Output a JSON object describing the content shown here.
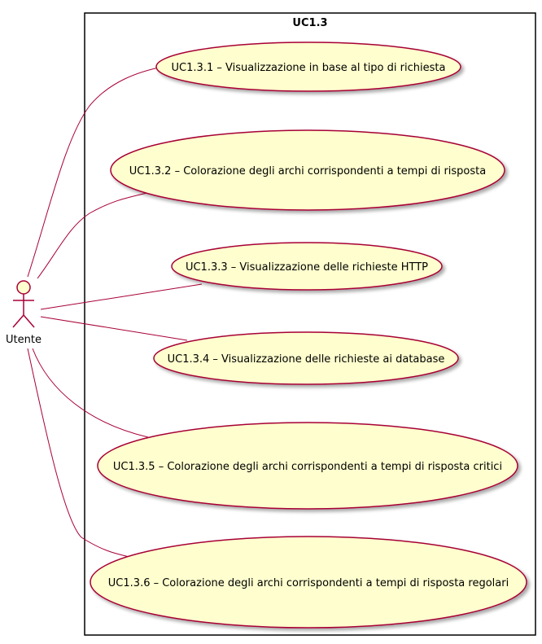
{
  "boundary": {
    "title": "UC1.3"
  },
  "actor": {
    "name": "Utente"
  },
  "use_cases": [
    {
      "id": "uc-1-3-1",
      "label": "UC1.3.1 – Visualizzazione in base al tipo di richiesta"
    },
    {
      "id": "uc-1-3-2",
      "label": "UC1.3.2 – Colorazione degli archi corrispondenti a tempi di risposta"
    },
    {
      "id": "uc-1-3-3",
      "label": "UC1.3.3 – Visualizzazione delle richieste HTTP"
    },
    {
      "id": "uc-1-3-4",
      "label": "UC1.3.4 – Visualizzazione delle richieste ai database"
    },
    {
      "id": "uc-1-3-5",
      "label": "UC1.3.5 – Colorazione degli archi corrispondenti a tempi di risposta critici"
    },
    {
      "id": "uc-1-3-6",
      "label": "UC1.3.6 – Colorazione degli archi corrispondenti a tempi di risposta regolari"
    }
  ],
  "colors": {
    "ellipse_fill": "#FEFECE",
    "stroke": "#A80036",
    "boundary_stroke": "#000000"
  }
}
